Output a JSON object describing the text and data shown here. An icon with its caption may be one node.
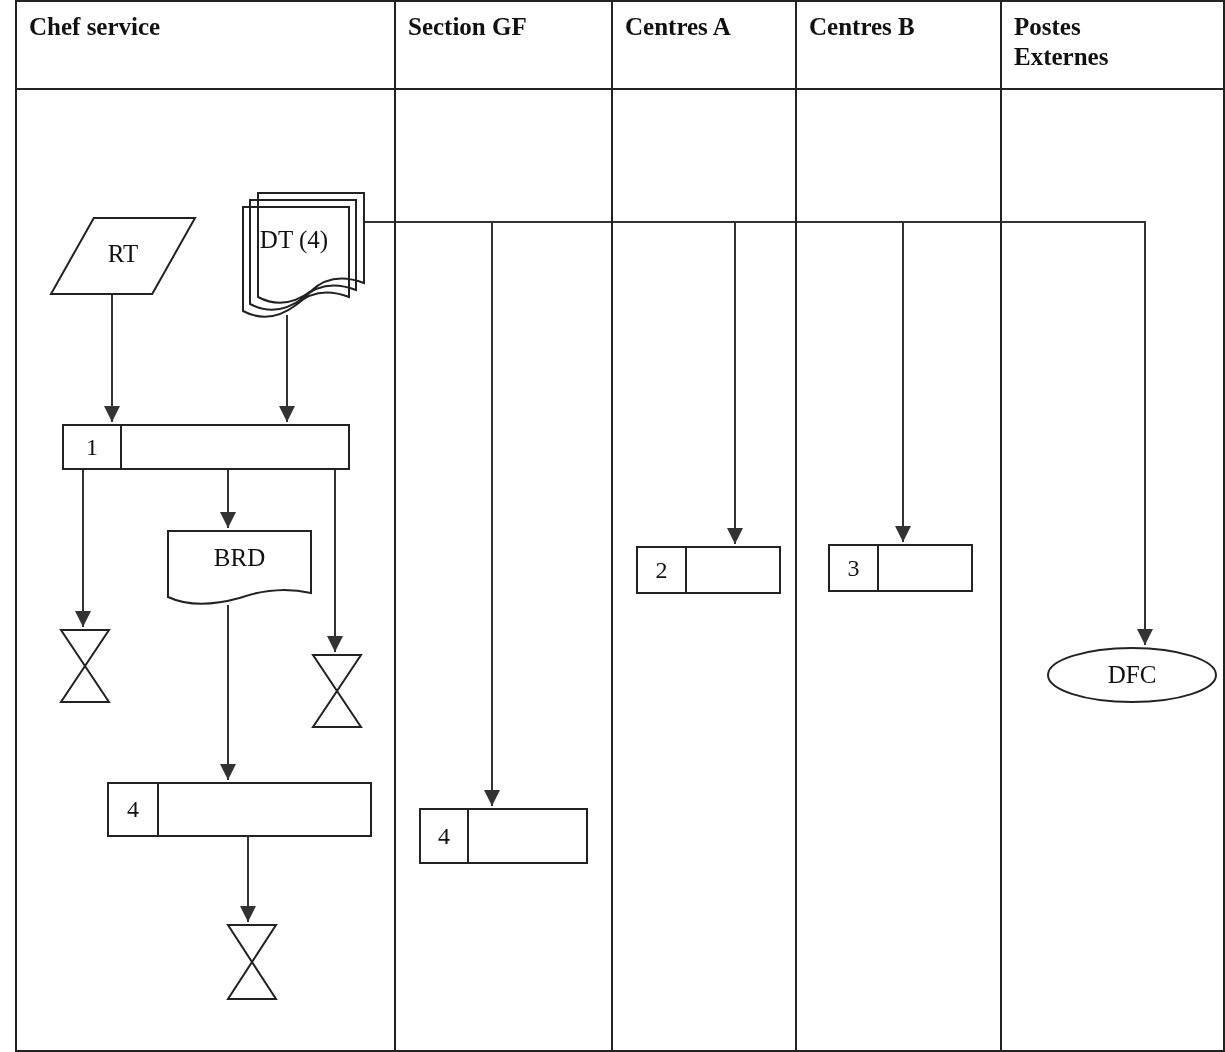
{
  "diagram": {
    "nodes": [
      {
        "text": [
          "Chef service"
        ]
      },
      {
        "text": [
          "Section GF"
        ]
      },
      {
        "text": [
          "Centres A"
        ]
      },
      {
        "text": [
          "Centres B"
        ]
      },
      {
        "text": [
          "Postes Externes"
        ]
      },
      {
        "text": [
          "RT"
        ],
        "in": 0
      },
      {
        "text": [
          "DT (4)"
        ],
        "in": 0
      },
      {
        "text": [
          "1"
        ],
        "in": 0
      },
      {
        "text": [
          "BRD"
        ],
        "in": 0
      },
      {
        "text": [],
        "shape": "hourglass",
        "in": 0
      },
      {
        "text": [],
        "shape": "hourglass",
        "in": 0
      },
      {
        "text": [
          "4"
        ],
        "in": 0
      },
      {
        "text": [],
        "shape": "hourglass",
        "in": 0
      },
      {
        "text": [
          "4"
        ],
        "in": 1
      },
      {
        "text": [
          "2"
        ],
        "in": 2
      },
      {
        "text": [
          "3"
        ],
        "in": 3
      },
      {
        "text": [
          "DFC"
        ],
        "in": 4
      }
    ],
    "edges": [
      {
        "from": 5,
        "to": 7,
        "arrow": "to"
      },
      {
        "from": 6,
        "to": 7,
        "arrow": "to"
      },
      {
        "from": 7,
        "to": 9,
        "arrow": "to"
      },
      {
        "from": 7,
        "to": 8,
        "arrow": "to"
      },
      {
        "from": 7,
        "to": 10,
        "arrow": "to"
      },
      {
        "from": 8,
        "to": 11,
        "arrow": "to"
      },
      {
        "from": 11,
        "to": 12,
        "arrow": "to"
      },
      {
        "from": 6,
        "to": 13,
        "arrow": "to"
      },
      {
        "from": 6,
        "to": 14,
        "arrow": "to"
      },
      {
        "from": 6,
        "to": 15,
        "arrow": "to"
      },
      {
        "from": 6,
        "to": 16,
        "arrow": "to"
      }
    ]
  }
}
